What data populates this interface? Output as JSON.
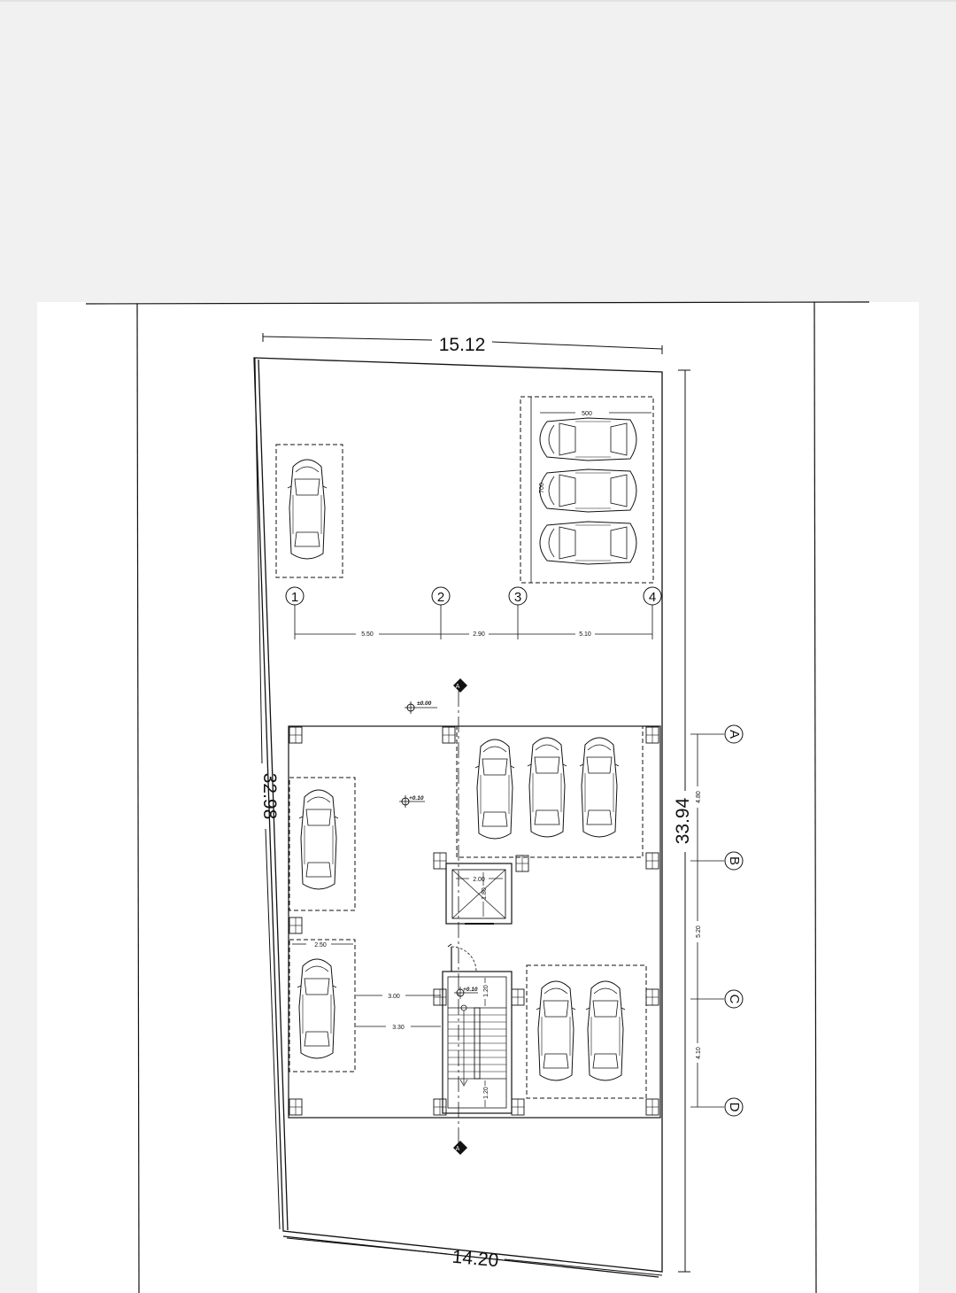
{
  "plan": {
    "boundary_dims": {
      "top": "15.12",
      "bottom": "14.20",
      "left": "32.98",
      "right": "33.94"
    },
    "grid_columns": [
      "1",
      "2",
      "3",
      "4"
    ],
    "grid_rows": [
      "A",
      "B",
      "C",
      "D"
    ],
    "column_spacings": [
      "5.50",
      "2.90",
      "5.10"
    ],
    "row_spacings": [
      "4.80",
      "5.20",
      "4.10"
    ],
    "parking_cluster": {
      "width": "500",
      "height": "700"
    },
    "levels": {
      "entry": "±0.00",
      "floor": "+0.10",
      "stair": "+0.10"
    },
    "elevator": {
      "width": "2.00",
      "depth": "1.80"
    },
    "stair_dims": {
      "landing_top": "1.20",
      "landing_bottom": "1.20"
    },
    "interior_dims": {
      "bay_width": "2.50",
      "to_stair_1": "3.00",
      "to_stair_2": "3.30"
    },
    "section_markers": [
      "A",
      "A"
    ]
  },
  "colors": {
    "line": "#111111",
    "paper": "#ffffff",
    "background": "#f1f1f1"
  }
}
